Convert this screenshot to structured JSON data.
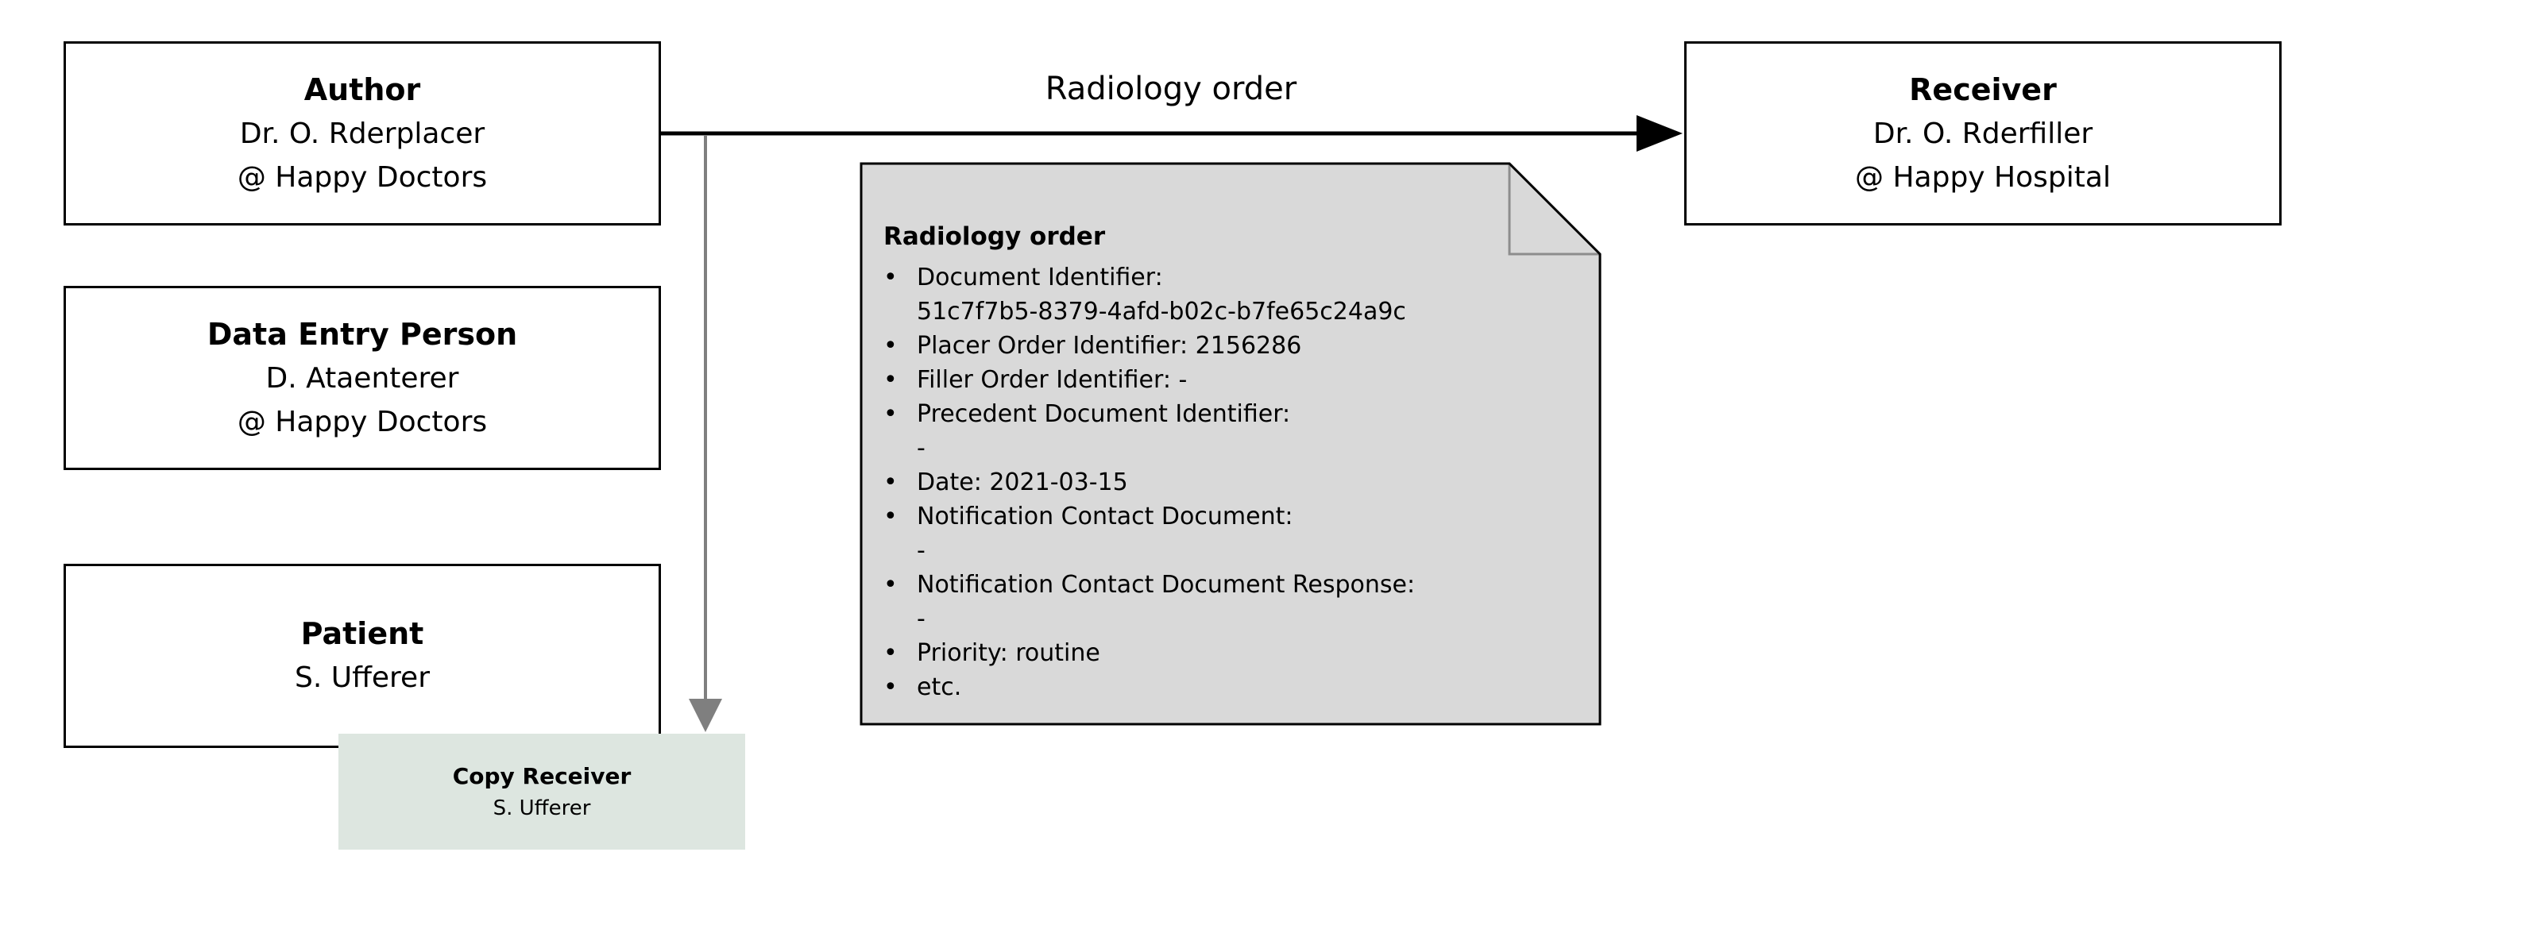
{
  "diagram": {
    "boxes": {
      "author": {
        "title": "Author",
        "line1": "Dr. O. Rderplacer",
        "line2": "@ Happy Doctors"
      },
      "data_entry": {
        "title": "Data Entry Person",
        "line1": "D. Ataenterer",
        "line2": "@ Happy Doctors"
      },
      "patient": {
        "title": "Patient",
        "line1": "S. Ufferer"
      },
      "copy_receiver": {
        "title": "Copy Receiver",
        "line1": "S. Ufferer"
      },
      "receiver": {
        "title": "Receiver",
        "line1": "Dr. O. Rderfiller",
        "line2": "@ Happy Hospital"
      }
    },
    "arrow_label": "Radiology order",
    "note": {
      "title": "Radiology order",
      "items": [
        "Document Identifier:\n51c7f7b5-8379-4afd-b02c-b7fe65c24a9c",
        "Placer Order Identifier: 2156286",
        "Filler Order Identifier: -",
        "Precedent Document Identifier:\n-",
        "Date: 2021-03-15",
        "Notification Contact Document:\n-",
        "Notification Contact Document Response:\n-",
        "Priority: routine",
        "etc."
      ]
    },
    "colors": {
      "note_fill": "#d9d9d9",
      "copy_receiver_fill": "#dde6e0",
      "arrow_gray": "#7f7f7f",
      "line_black": "#000000"
    }
  }
}
